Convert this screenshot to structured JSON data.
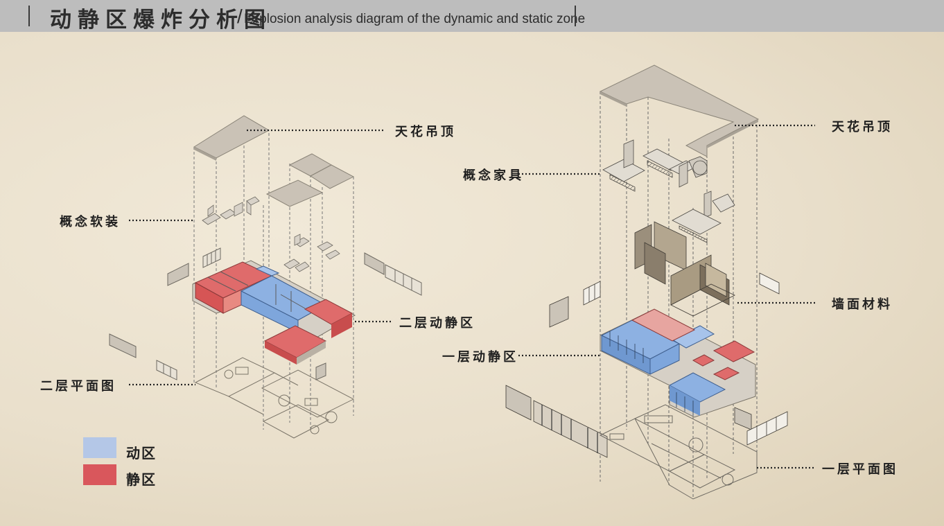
{
  "header": {
    "title_cn": "动静区爆炸分析图",
    "separator": "/",
    "title_en": "Explosion analysis diagram of the dynamic and static zone"
  },
  "left_labels": {
    "ceiling": "天花吊顶",
    "soft_decor": "概念软装",
    "floor2_zones": "二层动静区",
    "floor2_plan": "二层平面图"
  },
  "right_labels": {
    "ceiling": "天花吊顶",
    "furniture": "概念家具",
    "wall_material": "墙面材料",
    "floor1_zones": "一层动静区",
    "floor1_plan": "一层平面图"
  },
  "legend": [
    {
      "label": "动区",
      "color": "#b4c7e7"
    },
    {
      "label": "静区",
      "color": "#d9575c"
    }
  ],
  "colors": {
    "header_bg": "#bdbdbd",
    "paper": "#ece3d1",
    "slab": "#cfc7bb",
    "dynamic": "#7ea6dc",
    "static": "#d9575c"
  }
}
